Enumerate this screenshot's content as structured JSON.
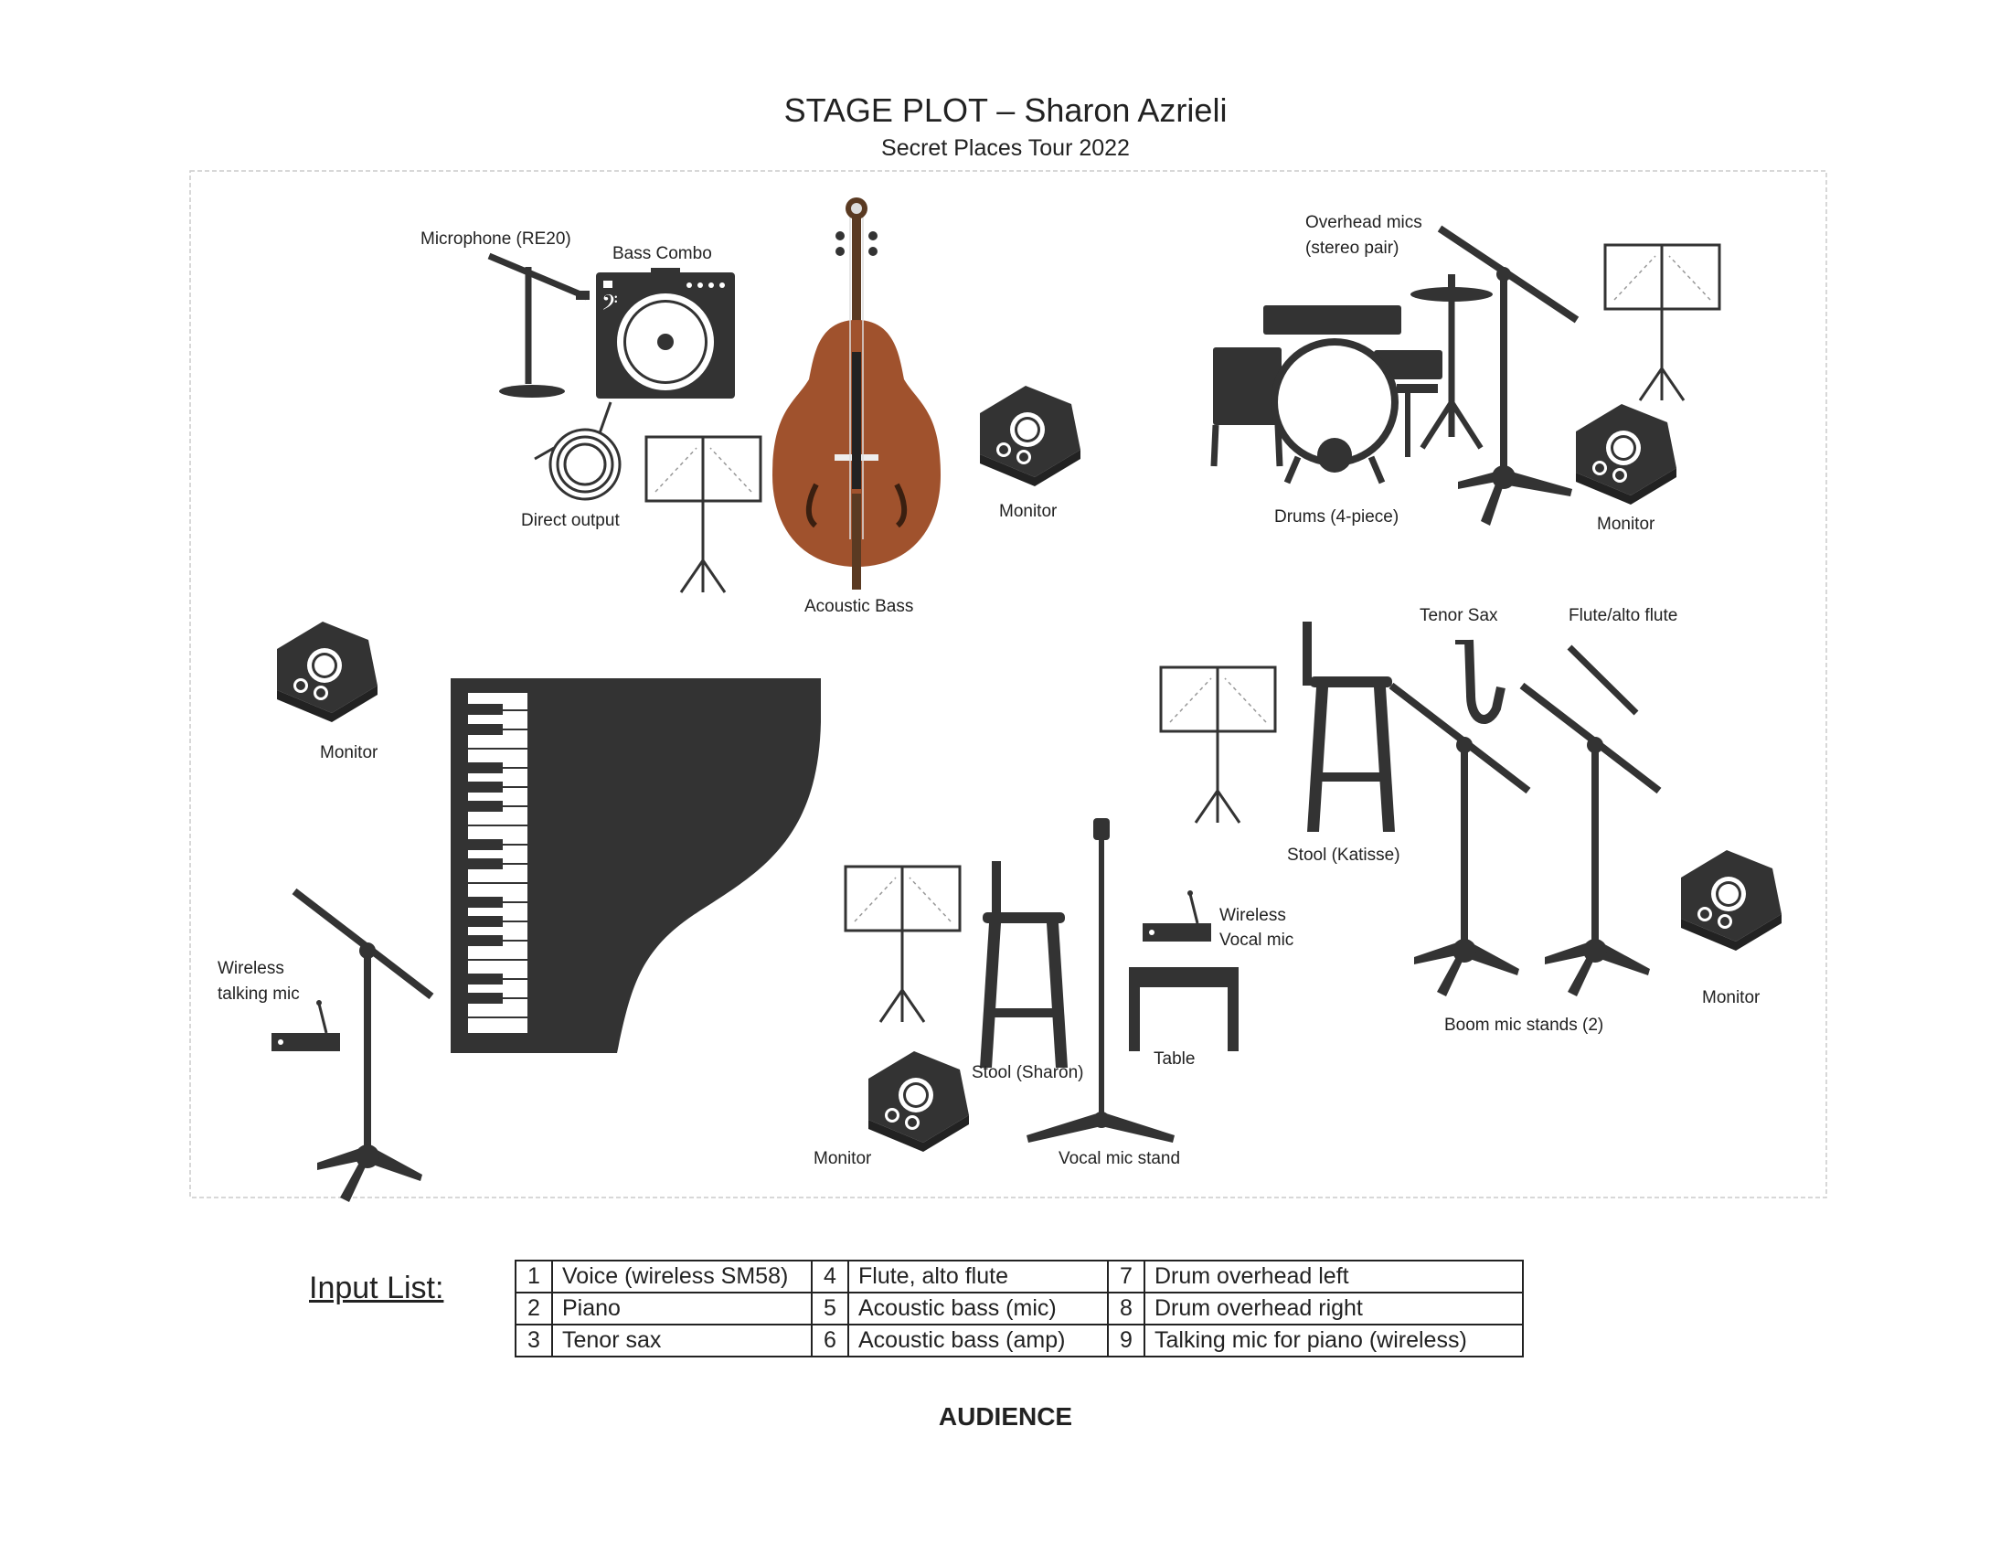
{
  "header": {
    "title": "STAGE PLOT – Sharon Azrieli",
    "subtitle": "Secret Places Tour 2022"
  },
  "stage": {
    "labels": {
      "microphone_re20": "Microphone (RE20)",
      "bass_combo": "Bass Combo",
      "direct_output": "Direct output",
      "acoustic_bass": "Acoustic Bass",
      "monitor_bass": "Monitor",
      "overhead_mics_line1": "Overhead mics",
      "overhead_mics_line2": "(stereo pair)",
      "drums": "Drums (4-piece)",
      "monitor_drums": "Monitor",
      "monitor_piano": "Monitor",
      "tenor_sax": "Tenor Sax",
      "flute": "Flute/alto flute",
      "stool_katisse": "Stool (Katisse)",
      "wireless_vocal_line1": "Wireless",
      "wireless_vocal_line2": "Vocal mic",
      "boom_stands": "Boom mic stands (2)",
      "monitor_right": "Monitor",
      "wireless_talking_line1": "Wireless",
      "wireless_talking_line2": "talking mic",
      "table": "Table",
      "stool_sharon": "Stool (Sharon)",
      "monitor_front": "Monitor",
      "vocal_stand": "Vocal mic stand"
    }
  },
  "input_list": {
    "title": "Input List:",
    "rows": [
      [
        {
          "n": "1",
          "label": "Voice (wireless SM58)"
        },
        {
          "n": "4",
          "label": "Flute, alto flute"
        },
        {
          "n": "7",
          "label": "Drum overhead left"
        }
      ],
      [
        {
          "n": "2",
          "label": "Piano"
        },
        {
          "n": "5",
          "label": "Acoustic bass (mic)"
        },
        {
          "n": "8",
          "label": "Drum overhead right"
        }
      ],
      [
        {
          "n": "3",
          "label": "Tenor sax"
        },
        {
          "n": "6",
          "label": "Acoustic bass (amp)"
        },
        {
          "n": "9",
          "label": "Talking mic for piano (wireless)"
        }
      ]
    ]
  },
  "footer": {
    "audience": "AUDIENCE"
  },
  "colors": {
    "equipment": "#333333",
    "bass_body": "#a0522d",
    "border": "#cccccc"
  }
}
